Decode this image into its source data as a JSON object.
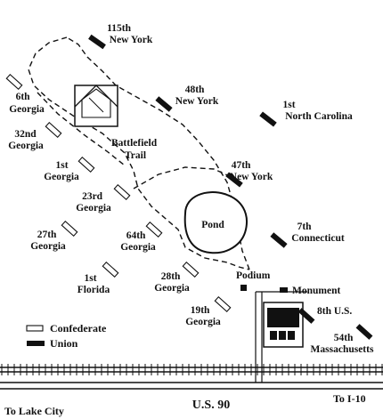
{
  "units": {
    "union": [
      {
        "key": "ny115",
        "line1": "115th",
        "line2": "New York"
      },
      {
        "key": "ny48",
        "line1": "48th",
        "line2": "New York"
      },
      {
        "key": "nc1",
        "line1": "1st",
        "line2": "North Carolina"
      },
      {
        "key": "ny47",
        "line1": "47th",
        "line2": "New York"
      },
      {
        "key": "ct7",
        "line1": "7th",
        "line2": "Connecticut"
      },
      {
        "key": "us8",
        "line1": "8th U.S.",
        "line2": ""
      },
      {
        "key": "ma54",
        "line1": "54th",
        "line2": "Massachusetts"
      }
    ],
    "confederate": [
      {
        "key": "ga6",
        "line1": "6th",
        "line2": "Georgia"
      },
      {
        "key": "ga32",
        "line1": "32nd",
        "line2": "Georgia"
      },
      {
        "key": "ga1",
        "line1": "1st",
        "line2": "Georgia"
      },
      {
        "key": "ga23",
        "line1": "23rd",
        "line2": "Georgia"
      },
      {
        "key": "ga27",
        "line1": "27th",
        "line2": "Georgia"
      },
      {
        "key": "ga64",
        "line1": "64th",
        "line2": "Georgia"
      },
      {
        "key": "fl1",
        "line1": "1st",
        "line2": "Florida"
      },
      {
        "key": "ga28",
        "line1": "28th",
        "line2": "Georgia"
      },
      {
        "key": "ga19",
        "line1": "19th",
        "line2": "Georgia"
      }
    ]
  },
  "features": {
    "trail_line1": "Battlefield",
    "trail_line2": "Trail",
    "pond": "Pond",
    "podium": "Podium",
    "monument": "Monument"
  },
  "legend": {
    "confederate": "Confederate",
    "union": "Union"
  },
  "roads": {
    "lake_city": "To Lake City",
    "us90": "U.S. 90",
    "i10": "To I-10"
  }
}
